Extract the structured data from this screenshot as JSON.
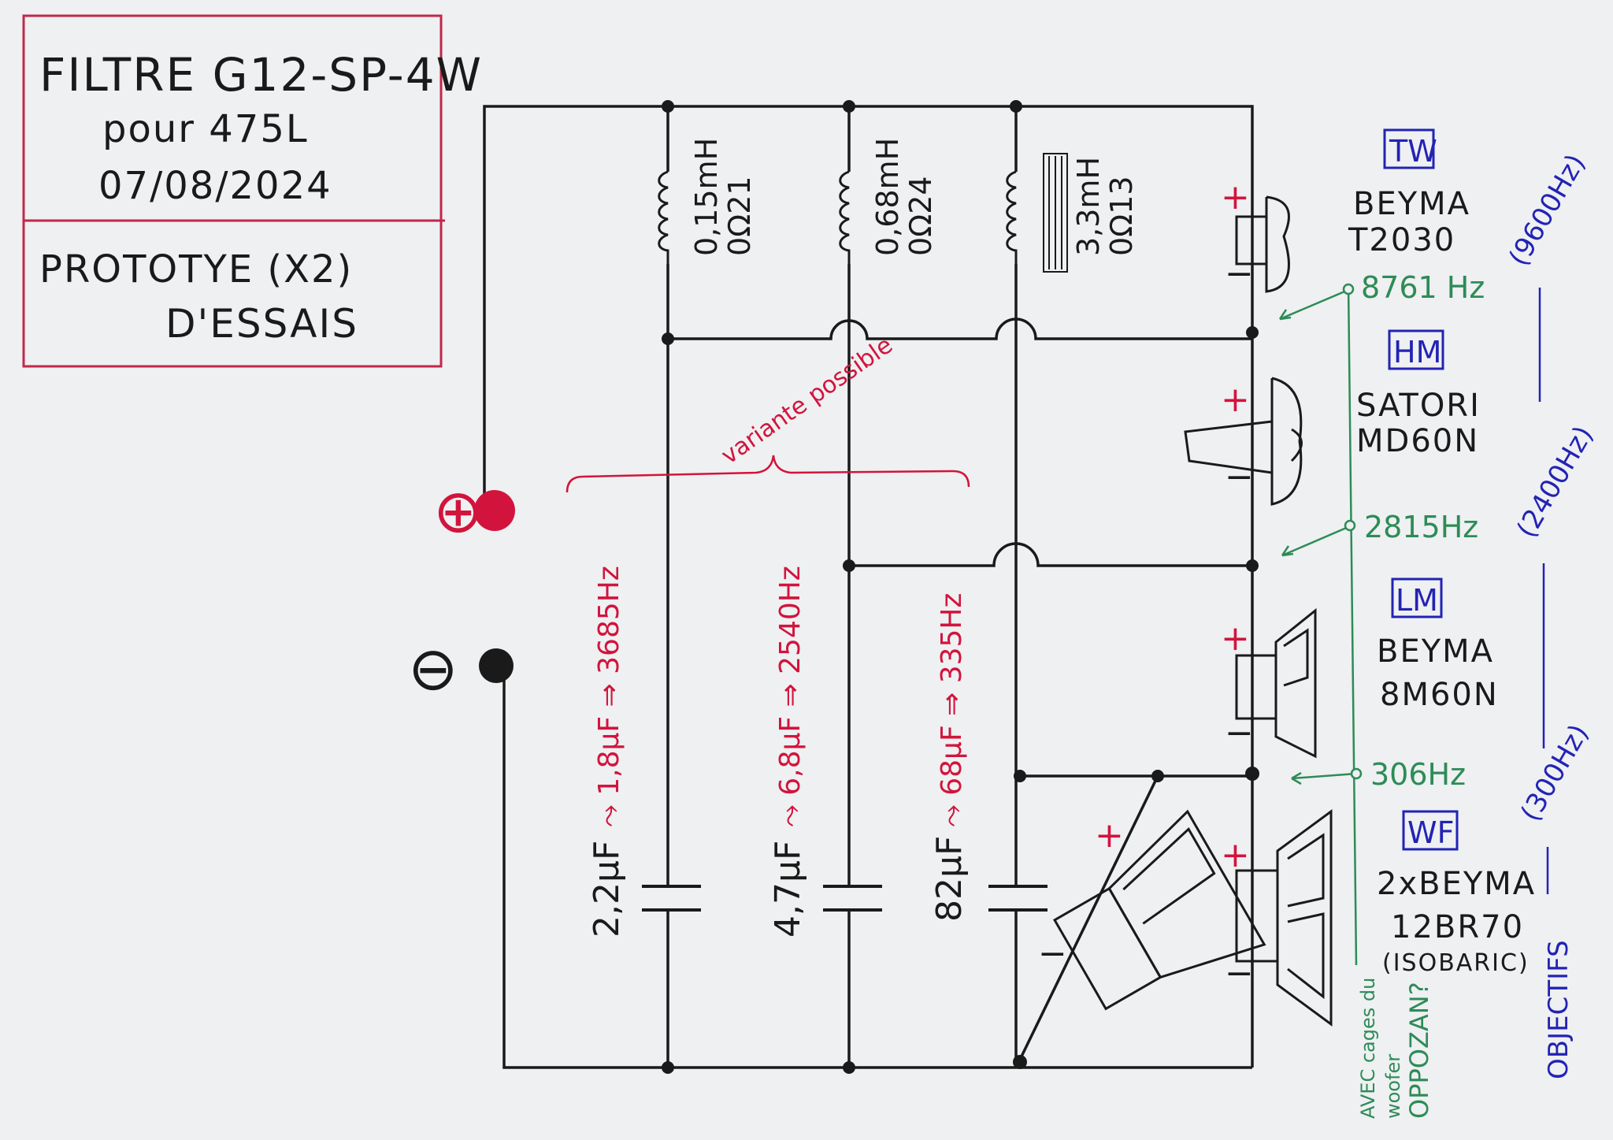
{
  "title_block": {
    "title": "FILTRE G12-SP-4W",
    "subtitle": "pour 475L",
    "date": "07/08/2024",
    "note_line1": "PROTOTYE (X2)",
    "note_line2": "D'ESSAIS"
  },
  "terminals": {
    "plus": "⊕",
    "minus": "⊖"
  },
  "components": {
    "inductor_1": {
      "value": "0,15mH",
      "resistance": "0Ω21"
    },
    "inductor_2": {
      "value": "0,68mH",
      "resistance": "0Ω24"
    },
    "inductor_3": {
      "value": "3,3mH",
      "resistance": "0Ω13"
    },
    "capacitor_1": "2,2μF",
    "capacitor_2": "4,7μF",
    "capacitor_3": "82μF"
  },
  "variants": {
    "label": "variante possible",
    "v1": "⤳ 1,8μF ⇒ 3685Hz",
    "v2": "⤳ 6,8μF ⇒ 2540Hz",
    "v3": "⤳ 68μF ⇒ 335Hz"
  },
  "polarity": {
    "plus": "+",
    "minus": "−"
  },
  "drivers": {
    "tw": {
      "tag": "TW",
      "model_line1": "BEYMA",
      "model_line2": "T2030"
    },
    "hm": {
      "tag": "HM",
      "model_line1": "SATORI",
      "model_line2": "MD60N"
    },
    "lm": {
      "tag": "LM",
      "model_line1": "BEYMA",
      "model_line2": "8M60N"
    },
    "wf": {
      "tag": "WF",
      "model_line1": "2xBEYMA",
      "model_line2": "12BR70",
      "model_line3": "(ISOBARIC)"
    }
  },
  "measured_crossovers": {
    "f1": "8761 Hz",
    "f2": "2815Hz",
    "f3": "306Hz",
    "note_line1": "AVEC cages du",
    "note_line2": "woofer",
    "note_line3": "OPPOZAN?"
  },
  "objectives": {
    "o1": "(9600Hz)",
    "o2": "(2400Hz)",
    "o3": "(300Hz)",
    "label": "OBJECTIFS"
  },
  "colors": {
    "paper": "#eef0f2",
    "ink": "#1a1a1a",
    "red": "#d2143c",
    "green": "#2e8b57",
    "blue": "#2323b4",
    "box": "#c0284a"
  }
}
